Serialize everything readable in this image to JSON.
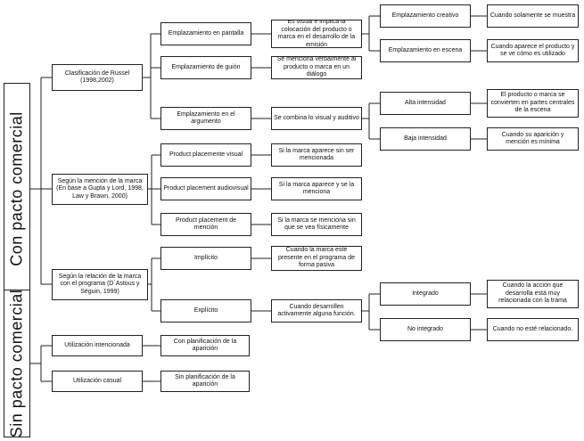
{
  "sections": [
    {
      "id": "con",
      "label": "Con pacto comercial"
    },
    {
      "id": "sin",
      "label": "Sin pacto comercial"
    }
  ],
  "nodes": {
    "russel": "Clasificación de Russel (1998,2002)",
    "gupta": "Según la mención de la marca (En base a Gupta y Lord, 1998, Law y Brawn, 2000)",
    "relacion": "Según la relación de la marca con el programa (D´Astous y Séguin, 1999)",
    "pantalla": "Emplazamiento en pantalla",
    "guion": "Emplazamiento de guión",
    "argumento": "Emplazamiento en el argumento",
    "visual": "Product placemente visual",
    "audiovisual": "Product placement audiovisual",
    "mencion": "Product placement de mención",
    "implicito": "Implícito",
    "explicito": "Explícito",
    "pantalla_desc": "Es visual e implica la colocación del producto o marca en el desarrollo de la emisión",
    "guion_desc": "Se menciona verbalmente al producto o marca en un diálogo",
    "argumento_desc": "Se combina lo visual y auditivo",
    "visual_desc": "Si la marca aparece sin ser mencionada",
    "audiovisual_desc": "Si la marca aparece y se la menciona",
    "mencion_desc": "Si la marca se menciona sin que se vea físicamente",
    "implicito_desc": "Cuando la marca esté presente en el programa de forma pasiva",
    "explicito_desc": "Cuando desarrollen activamente alguna función.",
    "creativo": "Emplazamiento creativo",
    "escena": "Emplazamiento en escena",
    "alta": "Alta intensidad",
    "baja": "Baja intensidad",
    "integrado": "Integrado",
    "no_integrado": "No integrado",
    "creativo_desc": "Cuando solamente se muestra",
    "escena_desc": "Cuando aparece el producto y se ve cómo es utilizado",
    "alta_desc": "El producto o marca se convierten en partes centrales de la escena",
    "baja_desc": "Cuando su aparición y mención es mínima",
    "integrado_desc": "Cuando la acción que desarrolla está muy relacionada con la trama",
    "no_integrado_desc": "Cuando no esté relacionado.",
    "intencionada": "Utilización intencionada",
    "casual": "Utilización casual",
    "intencionada_desc": "Con planificación de la aparición",
    "casual_desc": "Sin planificación de la aparición"
  }
}
